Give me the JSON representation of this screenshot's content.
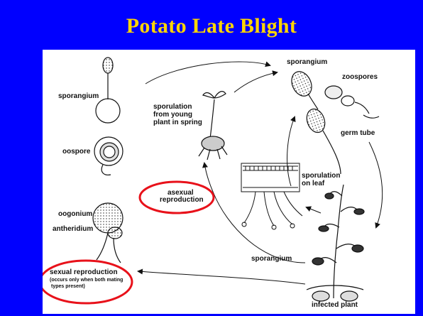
{
  "slide": {
    "title": "Potato Late Blight",
    "background_color": "#0000ff",
    "title_color": "#ffd500",
    "highlight_color": "#e8111a"
  },
  "diagram": {
    "labels": {
      "sporangium_left": "sporangium",
      "oospore": "oospore",
      "oogonium": "oogonium",
      "antheridium": "antheridium",
      "sexual_reproduction": "sexual reproduction",
      "sexual_note_line1": "(occurs only when both mating",
      "sexual_note_line2": "types present)",
      "sporulation_young_line1": "sporulation",
      "sporulation_young_line2": "from young",
      "sporulation_young_line3": "plant in spring",
      "asexual_line1": "asexual",
      "asexual_line2": "reproduction",
      "sporangium_top": "sporangium",
      "zoospores": "zoospores",
      "germ_tube": "germ tube",
      "sporulation_leaf_line1": "sporulation",
      "sporulation_leaf_line2": "on leaf",
      "sporangium_bottom": "sporangium",
      "infected_plant": "infected plant"
    }
  }
}
